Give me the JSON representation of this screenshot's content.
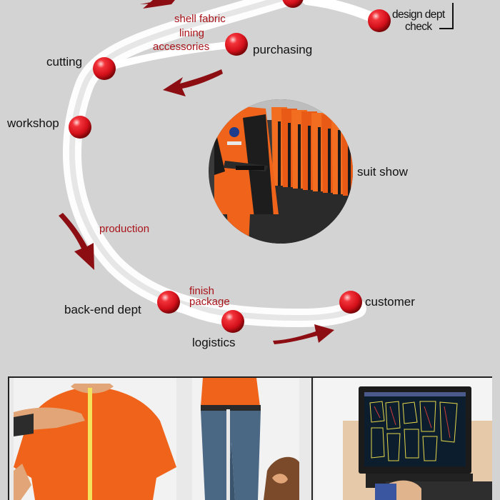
{
  "flow": {
    "steps": {
      "design_check": "design dept\ncheck",
      "purchasing": "purchasing",
      "cutting": "cutting",
      "workshop": "workshop",
      "back_end": "back-end dept",
      "logistics": "logistics",
      "customer": "customer",
      "suit_show": "suit show"
    },
    "notes": {
      "materials": [
        "shell fabric",
        "lining",
        "accessories"
      ],
      "production": "production",
      "finish": "finish",
      "package": "package"
    }
  },
  "colors": {
    "background": "#d3d3d3",
    "node_red": "#e0161e",
    "arrow_red": "#8c0d12",
    "label_red": "#a8141a",
    "suit_orange": "#f0631a"
  },
  "photos": {
    "left_panel": "orange t-shirt back measurement and trouser length measurement with tape",
    "right_panel": "computer monitor showing garment pattern layout"
  }
}
